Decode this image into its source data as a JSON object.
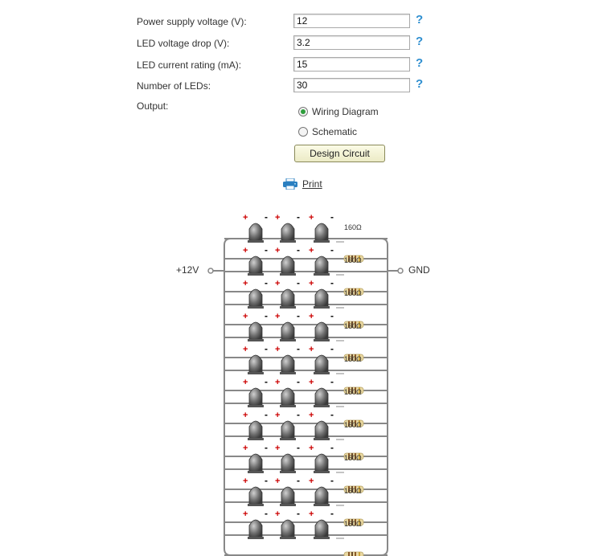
{
  "form": {
    "fields": [
      {
        "label": "Power supply voltage (V):",
        "value": "12"
      },
      {
        "label": "LED voltage drop (V):",
        "value": "3.2"
      },
      {
        "label": "LED current rating (mA):",
        "value": "15"
      },
      {
        "label": "Number of LEDs:",
        "value": "30"
      }
    ],
    "help_symbol": "?",
    "output_label": "Output:",
    "output_options": [
      {
        "label": "Wiring Diagram",
        "selected": true
      },
      {
        "label": "Schematic",
        "selected": false
      }
    ],
    "design_button_label": "Design Circuit"
  },
  "print": {
    "label": "Print",
    "icon": "printer-icon"
  },
  "diagram": {
    "supply_label": "+12V",
    "ground_label": "GND",
    "rows": 10,
    "leds_per_row": 3,
    "resistor_label": "160Ω",
    "plus_sign": "+",
    "minus_sign": "-",
    "colors": {
      "wire": "#888888",
      "plus": "#cc0000",
      "minus": "#000000",
      "led_body": "#6e6e6e",
      "resistor": "#e8d7a0"
    }
  }
}
